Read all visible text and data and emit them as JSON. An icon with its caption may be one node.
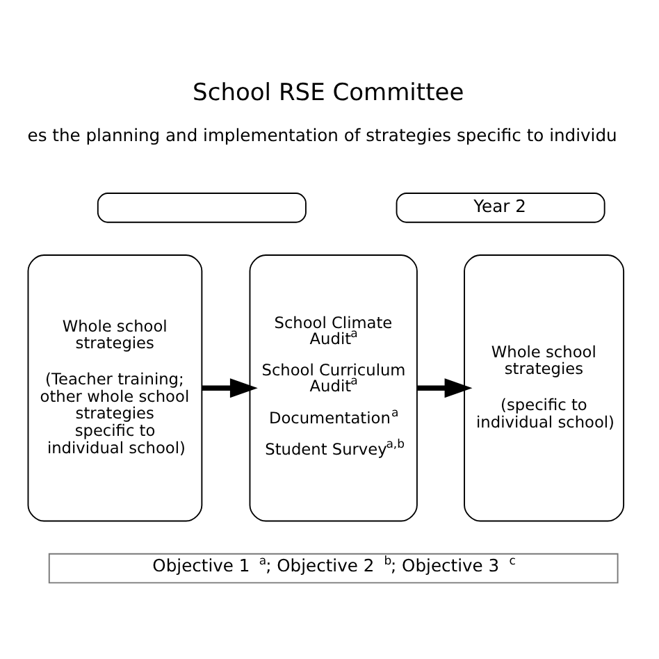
{
  "diagram": {
    "title": "School RSE Committee",
    "nodes": [
      {
        "text": [],
        "shape": "box"
      },
      {
        "text": [
          "Year 2"
        ]
      },
      {
        "text": [
          "Whole school strategies",
          "(Teacher training; other whole school strategies specific to individual school)"
        ]
      },
      {
        "text": [
          "School Climate Audit$^{a}$",
          "School Curriculum Audit$^{a}$",
          "Documentation$^{a}$",
          "Student Survey$^{a,b}$"
        ]
      },
      {
        "text": [
          "Whole school strategies",
          "(specific to individual school)"
        ]
      },
      {
        "text": [
          "Objective 1 $^{a}$; Objective 2 $^{b}$; Objective 3 $^{c}$"
        ]
      }
    ],
    "edges": [
      {
        "from": 2,
        "to": 3,
        "arrow": "to"
      },
      {
        "from": 3,
        "to": 4,
        "arrow": "to"
      }
    ],
    "labels": [
      "es the planning and implementation of strategies specific to individu"
    ]
  }
}
